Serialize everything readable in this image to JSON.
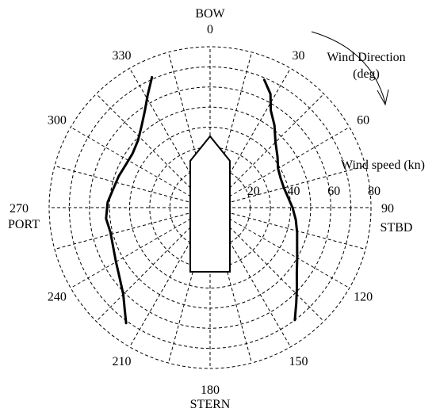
{
  "chart_data": {
    "type": "polar-line",
    "angle_unit": "deg",
    "angle_zero": "bow (top)",
    "angle_direction": "clockwise",
    "radial_ticks": [
      20,
      40,
      60,
      80
    ],
    "radial_range": [
      0,
      80
    ],
    "angle_ticks": [
      {
        "angle": 0,
        "label": "0",
        "sublabel": "BOW"
      },
      {
        "angle": 30,
        "label": "30"
      },
      {
        "angle": 60,
        "label": "60"
      },
      {
        "angle": 90,
        "label": "90",
        "sublabel": "STBD"
      },
      {
        "angle": 120,
        "label": "120"
      },
      {
        "angle": 150,
        "label": "150"
      },
      {
        "angle": 180,
        "label": "180",
        "sublabel": "STERN"
      },
      {
        "angle": 210,
        "label": "210"
      },
      {
        "angle": 240,
        "label": "240"
      },
      {
        "angle": 270,
        "label": "270",
        "sublabel": "PORT"
      },
      {
        "angle": 300,
        "label": "300"
      },
      {
        "angle": 330,
        "label": "330"
      }
    ],
    "angle_axis_label": "Wind Direction\n(deg)",
    "radial_axis_label": "Wind speed (kn)",
    "grid": true,
    "series": [
      {
        "points": [
          {
            "angle": 23,
            "speed": 69
          },
          {
            "angle": 28,
            "speed": 64
          },
          {
            "angle": 32,
            "speed": 57
          },
          {
            "angle": 38,
            "speed": 52
          },
          {
            "angle": 45,
            "speed": 46
          },
          {
            "angle": 53,
            "speed": 42
          },
          {
            "angle": 60,
            "speed": 39
          },
          {
            "angle": 67,
            "speed": 38
          },
          {
            "angle": 75,
            "speed": 38
          },
          {
            "angle": 82,
            "speed": 39
          },
          {
            "angle": 90,
            "speed": 41
          },
          {
            "angle": 98,
            "speed": 43
          },
          {
            "angle": 106,
            "speed": 45
          },
          {
            "angle": 113,
            "speed": 47
          },
          {
            "angle": 120,
            "speed": 50
          },
          {
            "angle": 127,
            "speed": 54
          },
          {
            "angle": 133,
            "speed": 59
          },
          {
            "angle": 138,
            "speed": 64
          },
          {
            "angle": 143,
            "speed": 70
          }
        ]
      },
      {
        "points": [
          {
            "angle": 336,
            "speed": 71
          },
          {
            "angle": 331,
            "speed": 64
          },
          {
            "angle": 326,
            "speed": 58
          },
          {
            "angle": 320,
            "speed": 53
          },
          {
            "angle": 313,
            "speed": 49
          },
          {
            "angle": 305,
            "speed": 47
          },
          {
            "angle": 297,
            "speed": 47
          },
          {
            "angle": 289,
            "speed": 48
          },
          {
            "angle": 281,
            "speed": 49
          },
          {
            "angle": 273,
            "speed": 51
          },
          {
            "angle": 264,
            "speed": 52
          },
          {
            "angle": 256,
            "speed": 51
          },
          {
            "angle": 248,
            "speed": 52
          },
          {
            "angle": 240,
            "speed": 54
          },
          {
            "angle": 232,
            "speed": 57
          },
          {
            "angle": 225,
            "speed": 61
          },
          {
            "angle": 220,
            "speed": 66
          },
          {
            "angle": 216,
            "speed": 71
          }
        ]
      }
    ]
  },
  "vessel": {
    "shape": "ship outline",
    "orientation": "bow up"
  },
  "colors": {
    "ink": "#000000",
    "background": "#ffffff"
  }
}
